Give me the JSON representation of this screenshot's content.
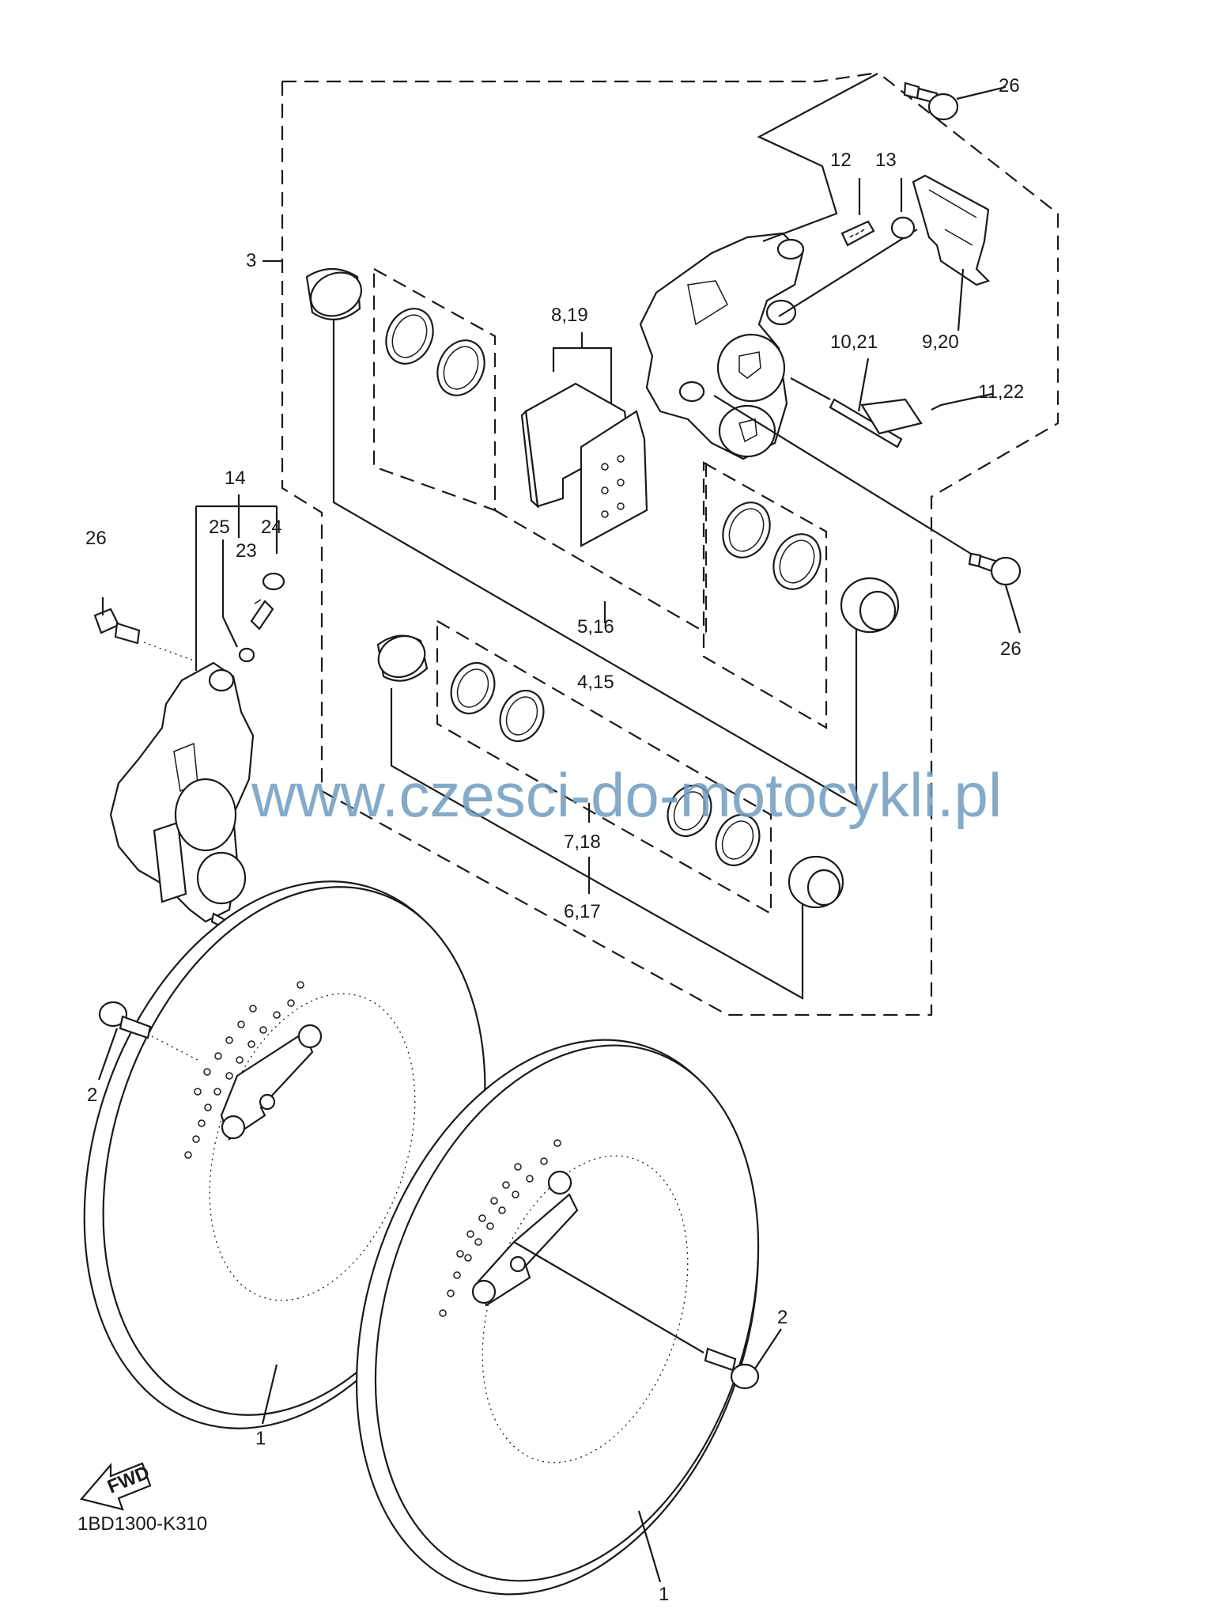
{
  "labels": {
    "l26_top": "26",
    "l12": "12",
    "l13": "13",
    "l3": "3",
    "l8_19": "8,19",
    "l10_21": "10,21",
    "l9_20": "9,20",
    "l11_22": "11,22",
    "l14": "14",
    "l25": "25",
    "l24": "24",
    "l23": "23",
    "l26_left": "26",
    "l26_right": "26",
    "l5_16": "5,16",
    "l4_15": "4,15",
    "l7_18": "7,18",
    "l6_17": "6,17",
    "l2_left": "2",
    "l2_right": "2",
    "l1_left": "1",
    "l1_right": "1"
  },
  "watermark": "www.czesci-do-motocykli.pl",
  "fwd_label": "FWD",
  "diagram_code": "1BD1300-K310",
  "colors": {
    "ink": "#1a1a1a",
    "watermark": "#6f9cc0",
    "background": "#ffffff"
  }
}
